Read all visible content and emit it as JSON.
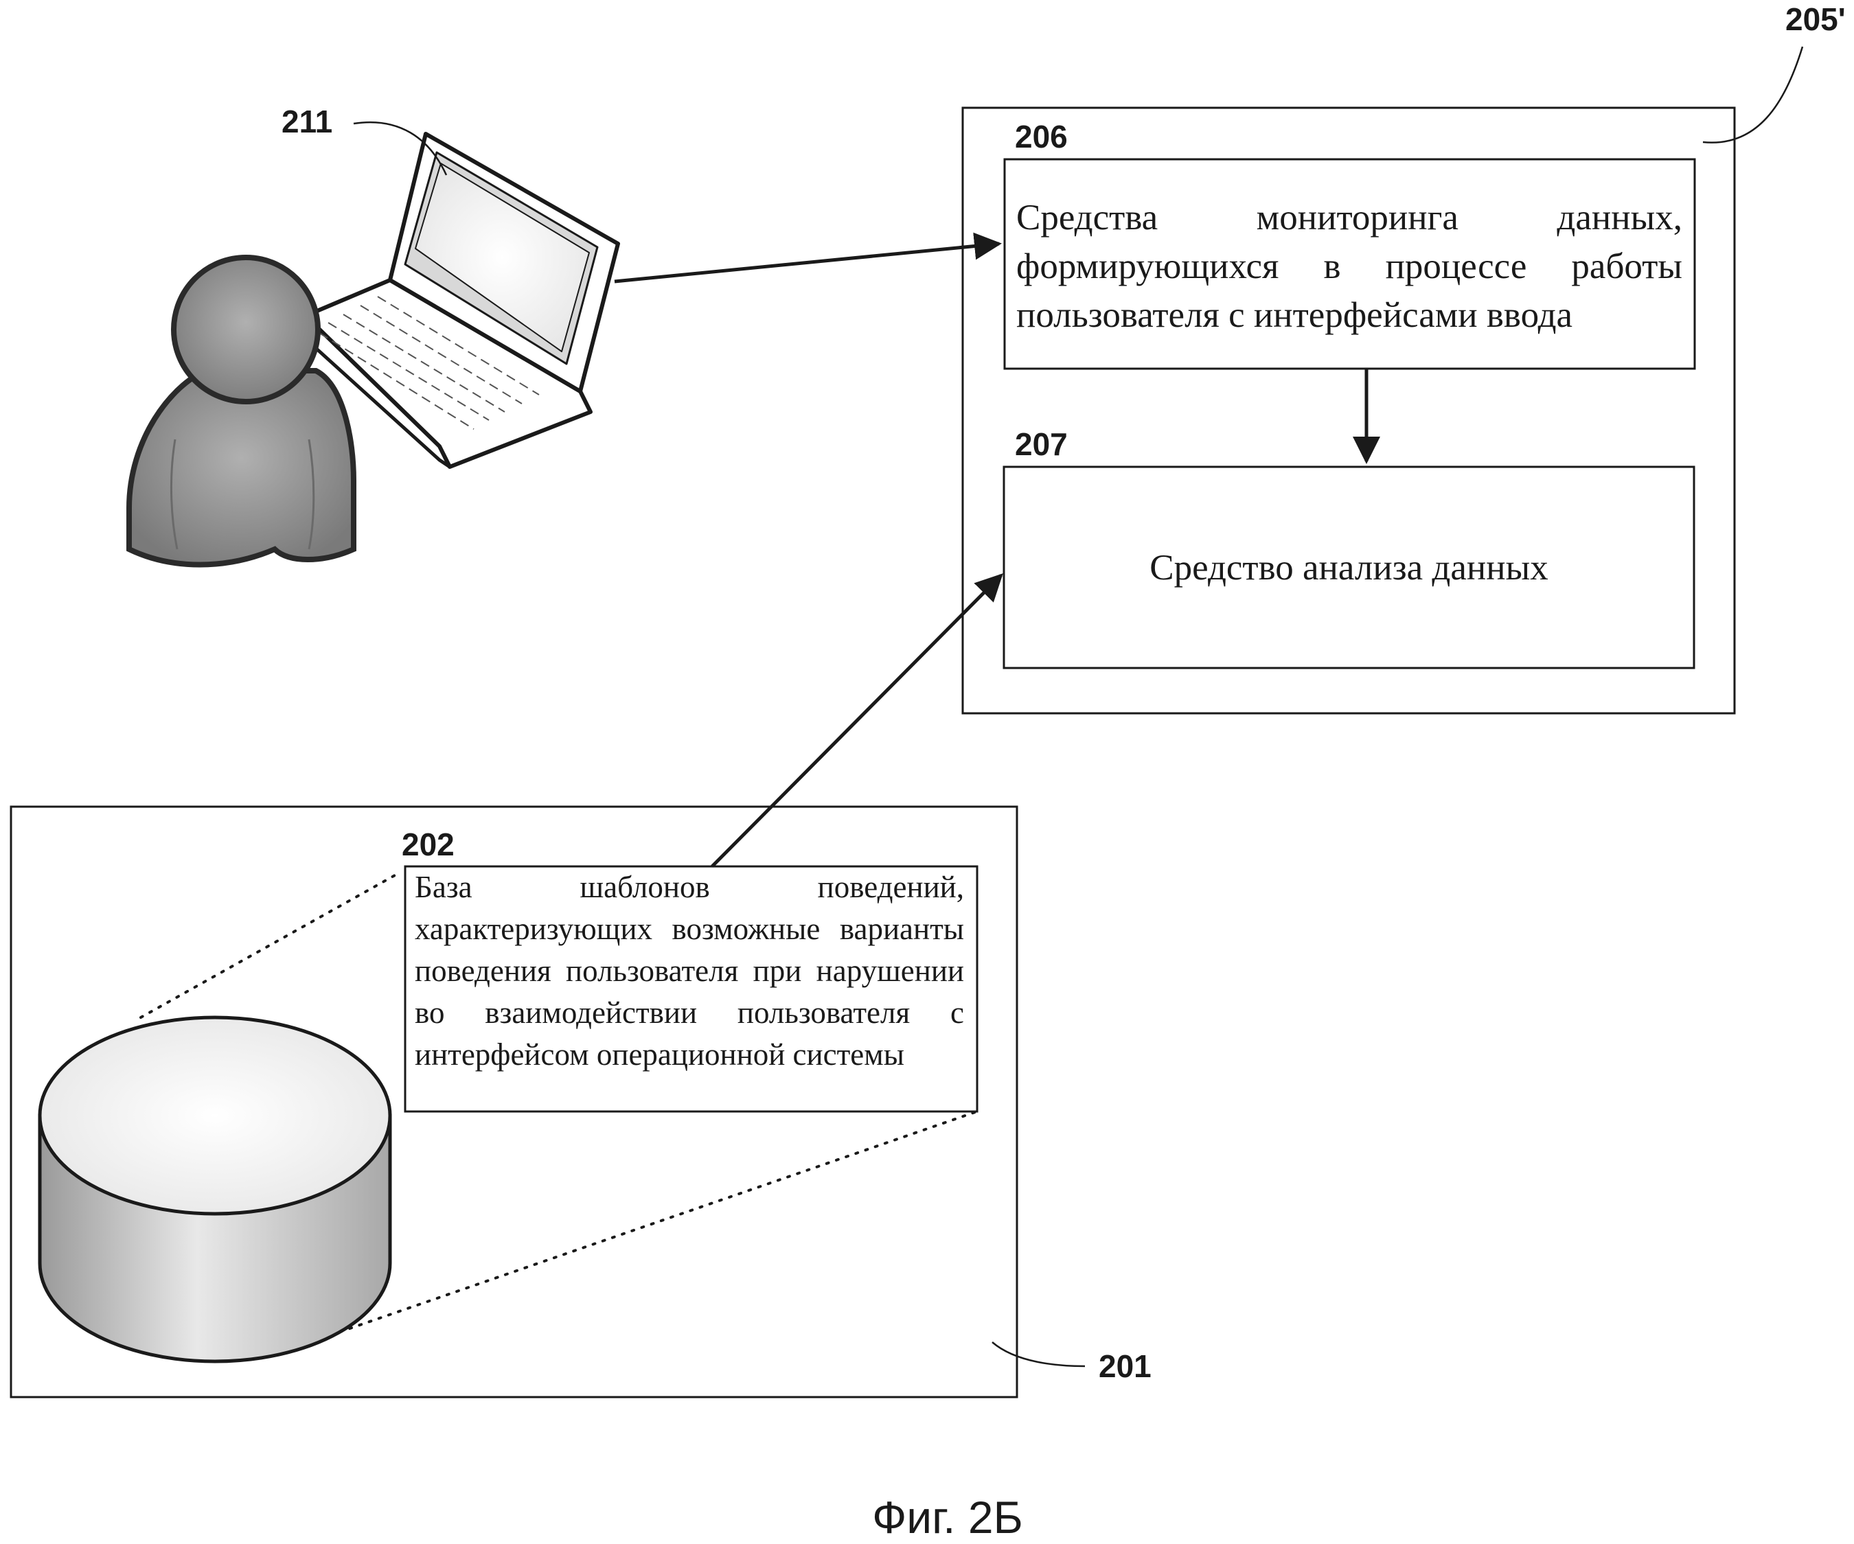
{
  "refs": {
    "r211": "211",
    "r205": "205'",
    "r206": "206",
    "r207": "207",
    "r202": "202",
    "r201": "201"
  },
  "blocks": {
    "b206_text": "Средства мониторинга данных, формирующихся в процессе работы пользователя с интерфейсами ввода",
    "b207_text": "Средство анализа данных",
    "b202_text": "База шаблонов поведений, характеризующих возможные варианты поведения пользователя при нарушении во взаимодействии пользователя с интерфейсом операционной системы"
  },
  "caption": "Фиг. 2Б",
  "colors": {
    "line": "#1a1a1a",
    "person": "#8c8c8c",
    "person_outline": "#2a2a2a",
    "cylinder_top": "#f7f7f7",
    "cylinder_side": "#bdbdbd"
  },
  "icons": {
    "user": "user-icon",
    "laptop": "laptop-icon",
    "database": "database-cylinder-icon"
  }
}
